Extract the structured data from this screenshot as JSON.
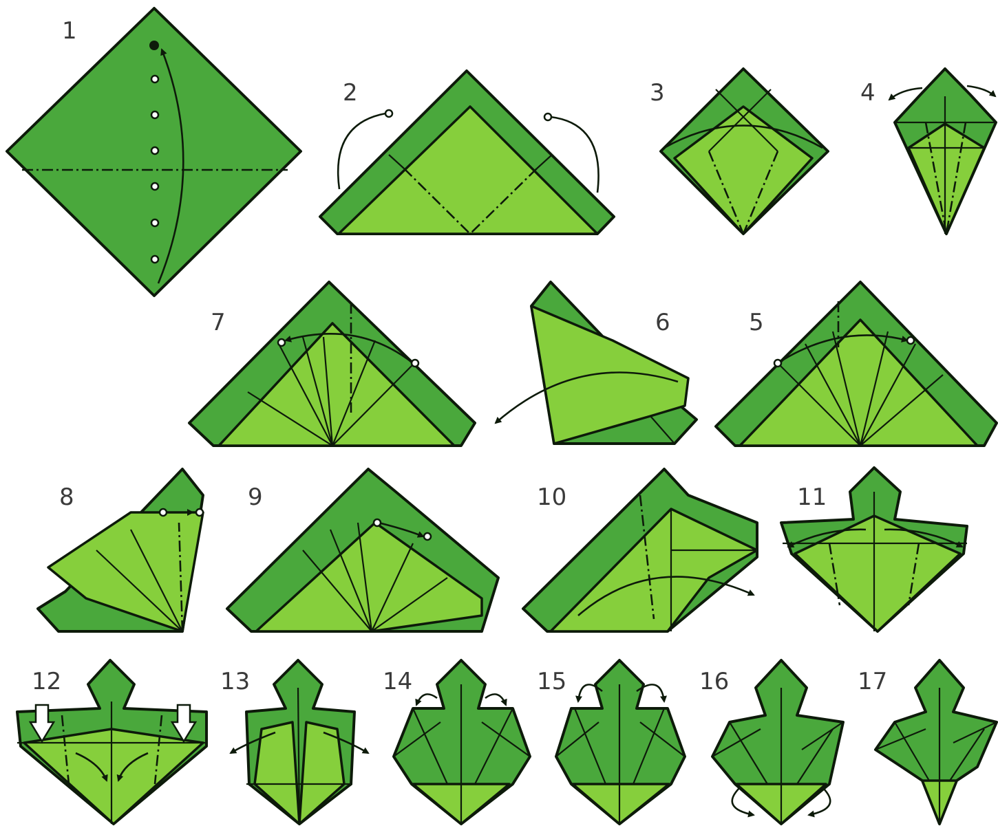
{
  "steps": [
    {
      "label": "1"
    },
    {
      "label": "2"
    },
    {
      "label": "3"
    },
    {
      "label": "4"
    },
    {
      "label": "5"
    },
    {
      "label": "6"
    },
    {
      "label": "7"
    },
    {
      "label": "8"
    },
    {
      "label": "9"
    },
    {
      "label": "10"
    },
    {
      "label": "11"
    },
    {
      "label": "12"
    },
    {
      "label": "13"
    },
    {
      "label": "14"
    },
    {
      "label": "15"
    },
    {
      "label": "16"
    },
    {
      "label": "17"
    }
  ],
  "colors": {
    "paper_dark": "#4aa83c",
    "paper_light": "#86cf3c",
    "line": "#0d1a0a",
    "background": "#ffffff"
  }
}
